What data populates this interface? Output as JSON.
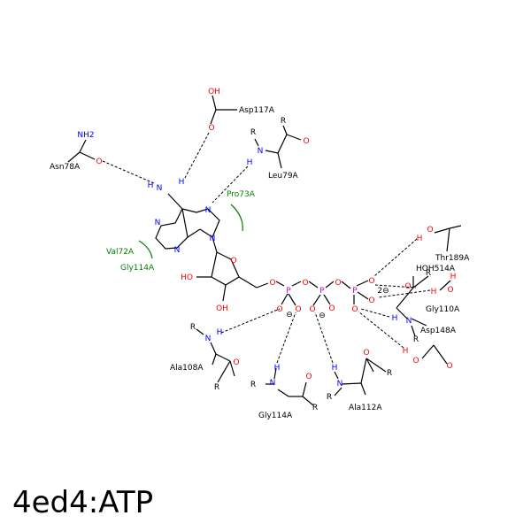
{
  "title": "4ed4:ATP",
  "colors": {
    "carbon": "#000000",
    "nitrogen": "#0000ff",
    "oxygen": "#ff0000",
    "phosphorus": "#cc00cc",
    "hydrophobic": "#008000"
  },
  "ligand_atoms": {
    "n_amine": "N",
    "h_amine_1": "H",
    "h_amine_2": "H",
    "n1": "N",
    "n3": "N",
    "n7": "N",
    "n9": "N",
    "o_ring": "O",
    "o_2prime": "HO",
    "o_3prime": "OH",
    "o5": "O",
    "pa": "P",
    "pa_o1": "O",
    "pa_o2": "O",
    "pa_charge": "⊖",
    "o_ab": "O",
    "pb": "P",
    "pb_o1": "O",
    "pb_o2": "O",
    "pb_charge": "⊖",
    "o_bg": "O",
    "pg": "P",
    "pg_o1": "O",
    "pg_o2": "O",
    "pg_o3": "O",
    "pg_charge": "2⊖"
  },
  "residues": [
    {
      "label": "Asp117A",
      "atoms": [
        "OH",
        "O"
      ]
    },
    {
      "label": "Asn78A",
      "atoms": [
        "NH2",
        "O"
      ]
    },
    {
      "label": "Leu79A",
      "atoms": [
        "R",
        "N",
        "H",
        "O"
      ]
    },
    {
      "label": "Thr189A",
      "atoms": [
        "H",
        "O"
      ]
    },
    {
      "label": "HOH514A",
      "atoms": [
        "H",
        "O",
        "H"
      ]
    },
    {
      "label": "Gly110A",
      "atoms": [
        "R",
        "O",
        "H",
        "N"
      ]
    },
    {
      "label": "Asp148A",
      "atoms": [
        "R",
        "H",
        "O",
        "O"
      ]
    },
    {
      "label": "Ala108A",
      "atoms": [
        "R",
        "N",
        "H",
        "R",
        "O"
      ]
    },
    {
      "label": "Gly114A",
      "atoms": [
        "H",
        "R",
        "N",
        "O",
        "R"
      ]
    },
    {
      "label": "Ala112A",
      "atoms": [
        "H",
        "N",
        "R",
        "O",
        "R"
      ]
    }
  ],
  "hydrophobic_contacts": [
    {
      "label": "Pro73A"
    },
    {
      "label": "Val72A"
    },
    {
      "label": "Gly114A"
    }
  ]
}
